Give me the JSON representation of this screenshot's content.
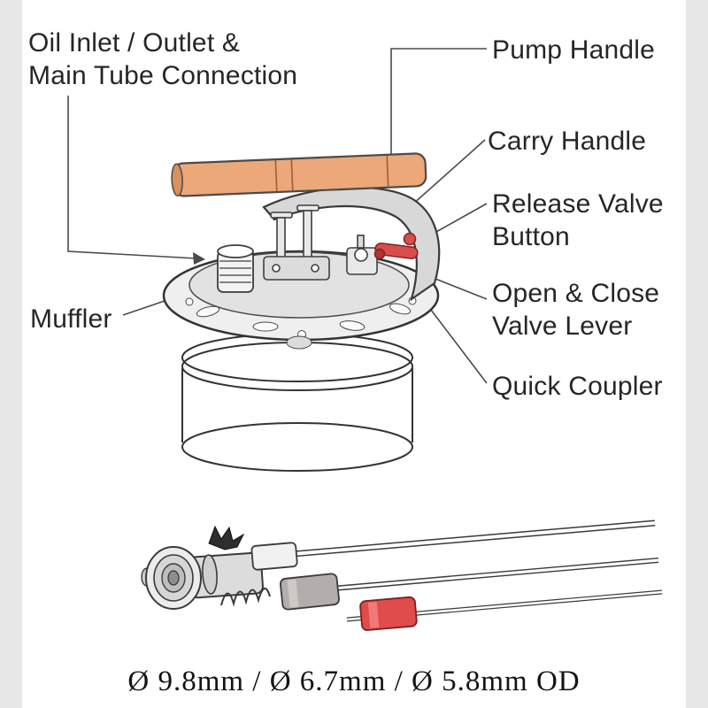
{
  "labels": {
    "oil_inlet": {
      "line1": "Oil Inlet / Outlet &",
      "line2": "Main Tube Connection"
    },
    "pump_handle": {
      "text": "Pump Handle"
    },
    "carry_handle": {
      "text": "Carry Handle"
    },
    "release_valve": {
      "line1": "Release Valve",
      "line2": "Button"
    },
    "open_close": {
      "line1": "Open & Close",
      "line2": "Valve Lever"
    },
    "muffler": {
      "text": "Muffler"
    },
    "quick_coupler": {
      "text": "Quick Coupler"
    }
  },
  "dimension_label": "Ø 9.8mm / Ø 6.7mm / Ø 5.8mm  OD",
  "colors": {
    "handle_orange": "#eca878",
    "lever_red": "#d94d4d",
    "connector_red": "#e04b4b",
    "connector_gray": "#b3aeab",
    "body_gray": "#d9d9d9",
    "outline": "#3a3a3a",
    "label_text": "#262626",
    "margin_strip": "#e7e7e7"
  }
}
